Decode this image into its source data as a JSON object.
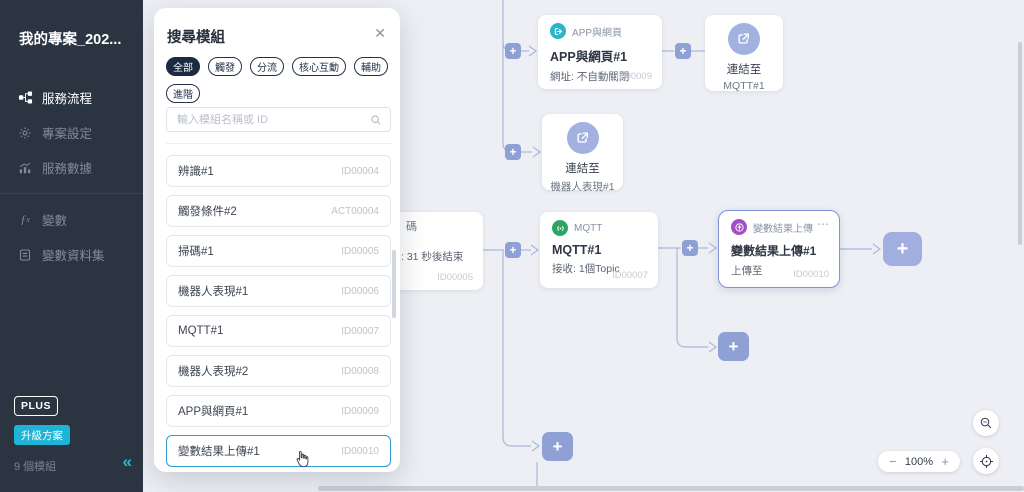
{
  "sidebar": {
    "project_title": "我的專案_202...",
    "nav": [
      {
        "label": "服務流程",
        "icon": "flow-icon",
        "active": true
      },
      {
        "label": "專案設定",
        "icon": "gear-icon",
        "active": false
      },
      {
        "label": "服務數據",
        "icon": "chart-icon",
        "active": false
      },
      {
        "label": "變數",
        "icon": "fx-icon",
        "active": false
      },
      {
        "label": "變數資料集",
        "icon": "dataset-icon",
        "active": false
      }
    ],
    "plus_label": "PLUS",
    "upgrade_label": "升級方案",
    "module_count": "9 個模組",
    "collapse_icon": "«"
  },
  "modal": {
    "title": "搜尋模組",
    "close_icon": "✕",
    "filters": [
      "全部",
      "觸發",
      "分流",
      "核心互動",
      "輔助",
      "進階"
    ],
    "active_filter": "全部",
    "search_placeholder": "輸入模組名稱或 ID",
    "modules": [
      {
        "name": "辨識#1",
        "id": "ID00004"
      },
      {
        "name": "觸發條件#2",
        "id": "ACT00004"
      },
      {
        "name": "掃碼#1",
        "id": "ID00005"
      },
      {
        "name": "機器人表現#1",
        "id": "ID00006"
      },
      {
        "name": "MQTT#1",
        "id": "ID00007"
      },
      {
        "name": "機器人表現#2",
        "id": "ID00008"
      },
      {
        "name": "APP與網頁#1",
        "id": "ID00009"
      },
      {
        "name": "變數結果上傳#1",
        "id": "ID00010",
        "selected": true
      }
    ]
  },
  "canvas": {
    "plus_icon": "+",
    "nodes": {
      "app_web": {
        "type_label": "APP與網頁",
        "title": "APP與網頁#1",
        "subtitle": "網址: 不自動關閉",
        "id": "ID00009"
      },
      "link_mqtt": {
        "title": "連結至",
        "subtitle": "MQTT#1"
      },
      "link_robot": {
        "title": "連結至",
        "subtitle": "機器人表現#1"
      },
      "scan_fragment": {
        "label_fragment": "碼",
        "subtitle_fragment": ": 31 秒後結束",
        "id": "ID00005"
      },
      "mqtt": {
        "type_label": "MQTT",
        "title": "MQTT#1",
        "subtitle": "接收: 1個Topic",
        "id": "ID00007"
      },
      "upload": {
        "type_label": "變數結果上傳",
        "title": "變數結果上傳#1",
        "subtitle": "上傳至",
        "id": "ID00010",
        "menu_icon": "⋯"
      }
    },
    "zoom": {
      "minus": "−",
      "value": "100%",
      "plus": "+"
    }
  },
  "colors": {
    "sidebar_bg": "#2b3542",
    "accent_cyan": "#1db4d8",
    "chip_dark": "#1c2a44",
    "list_selected_border": "#2f9dc9",
    "node_selected_border": "#8093d8",
    "connector": "#aab8d9",
    "plus_button": "#8fa1d4",
    "icon_app_web": "#29b6cc",
    "icon_mqtt": "#2da665",
    "icon_upload": "#a44ec4",
    "icon_link": "#a3b1e0"
  }
}
